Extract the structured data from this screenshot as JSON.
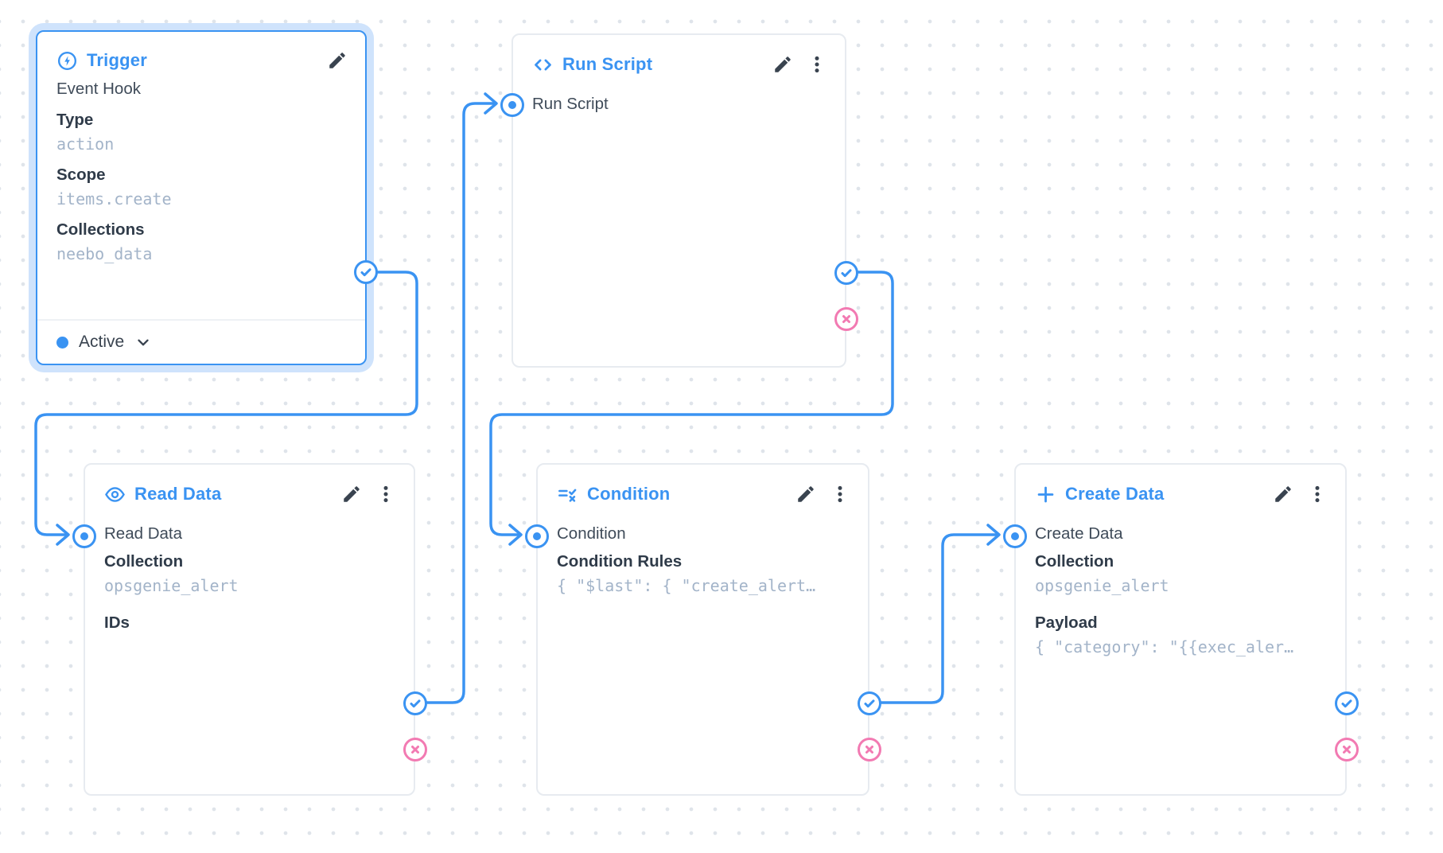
{
  "flow": {
    "colors": {
      "primary": "#3a93f2",
      "reject": "#f27ab2"
    },
    "nodes": {
      "trigger": {
        "title": "Trigger",
        "icon": "bolt-circle-icon",
        "trigger_type": "Event Hook",
        "fields": [
          {
            "label": "Type",
            "value": "action"
          },
          {
            "label": "Scope",
            "value": "items.create"
          },
          {
            "label": "Collections",
            "value": "neebo_data"
          }
        ],
        "status": "Active"
      },
      "run_script": {
        "title": "Run Script",
        "icon": "code-icon",
        "input_label": "Run Script"
      },
      "read_data": {
        "title": "Read Data",
        "icon": "eye-icon",
        "input_label": "Read Data",
        "fields": [
          {
            "label": "Collection",
            "value": "opsgenie_alert"
          },
          {
            "label": "IDs",
            "value": ""
          }
        ]
      },
      "condition": {
        "title": "Condition",
        "icon": "rule-icon",
        "input_label": "Condition",
        "fields": [
          {
            "label": "Condition Rules",
            "value": "{ \"$last\": { \"create_alert…"
          }
        ]
      },
      "create_data": {
        "title": "Create Data",
        "icon": "plus-icon",
        "input_label": "Create Data",
        "fields": [
          {
            "label": "Collection",
            "value": "opsgenie_alert"
          },
          {
            "label": "Payload",
            "value": "{ \"category\": \"{{exec_aler…"
          }
        ]
      }
    },
    "connections": [
      {
        "from": "trigger",
        "port": "resolve",
        "to": "read_data"
      },
      {
        "from": "read_data",
        "port": "resolve",
        "to": "run_script"
      },
      {
        "from": "run_script",
        "port": "resolve",
        "to": "condition"
      },
      {
        "from": "condition",
        "port": "resolve",
        "to": "create_data"
      }
    ]
  }
}
